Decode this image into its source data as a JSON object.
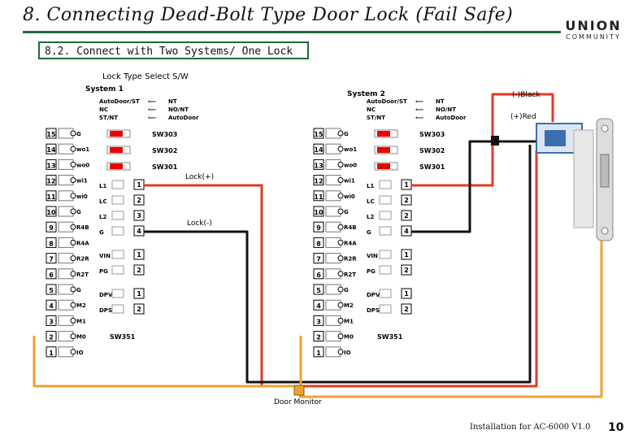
{
  "header": {
    "title": "8. Connecting Dead-Bolt Type Door Lock (Fail Safe)",
    "subtitle": "8.2. Connect with Two Systems/ One Lock",
    "logo": "UNION",
    "logo_sub": "COMMUNITY"
  },
  "diagram": {
    "switch_title": "Lock Type Select S/W",
    "system1_label": "System 1",
    "system2_label": "System 2",
    "legend": [
      "AutoDoor/ST",
      "NT",
      "NC",
      "NO/NT",
      "ST/NT",
      "AutoDoor"
    ],
    "switches": [
      "SW303",
      "SW302",
      "SW301"
    ],
    "terminals_left": [
      {
        "num": "15",
        "label": "G"
      },
      {
        "num": "14",
        "label": "wo1"
      },
      {
        "num": "13",
        "label": "wo0"
      },
      {
        "num": "12",
        "label": "wi1"
      },
      {
        "num": "11",
        "label": "wi0"
      },
      {
        "num": "10",
        "label": "G"
      },
      {
        "num": "9",
        "label": "R4B"
      },
      {
        "num": "8",
        "label": "R4A"
      },
      {
        "num": "7",
        "label": "R2R"
      },
      {
        "num": "6",
        "label": "R2T"
      },
      {
        "num": "5",
        "label": "G"
      },
      {
        "num": "4",
        "label": "M2"
      },
      {
        "num": "3",
        "label": "M1"
      },
      {
        "num": "2",
        "label": "M0"
      },
      {
        "num": "1",
        "label": "IO"
      }
    ],
    "terminals_left_sys2_13": "wo0",
    "blocks": {
      "lock": [
        {
          "label": "L1",
          "pin": "1"
        },
        {
          "label": "LC",
          "pin": "2"
        }
      ],
      "lock2": [
        {
          "label": "L2",
          "pin": "3"
        },
        {
          "label": "G",
          "pin": "4"
        }
      ],
      "power": [
        {
          "label": "VIN",
          "pin": "1"
        },
        {
          "label": "PG",
          "pin": "2"
        }
      ],
      "dps": [
        {
          "label": "DPV",
          "pin": "1"
        },
        {
          "label": "DPS",
          "pin": "2"
        }
      ],
      "sys1_lock2": [
        {
          "label": "L2",
          "pin": "3"
        },
        {
          "label": "G",
          "pin": "4"
        }
      ],
      "sys2_lock2": [
        {
          "label": "L2",
          "pin": "2"
        },
        {
          "label": "G",
          "pin": "4"
        }
      ]
    },
    "sw_label": "SW351",
    "lock_plus": "Lock(+)",
    "lock_minus": "Lock(-)",
    "black_wire": "(-)Black",
    "red_wire": "(+)Red",
    "door_monitor": "Door Monitor"
  },
  "footer": {
    "text": "Installation for AC-6000 V1.0",
    "page": "10"
  }
}
